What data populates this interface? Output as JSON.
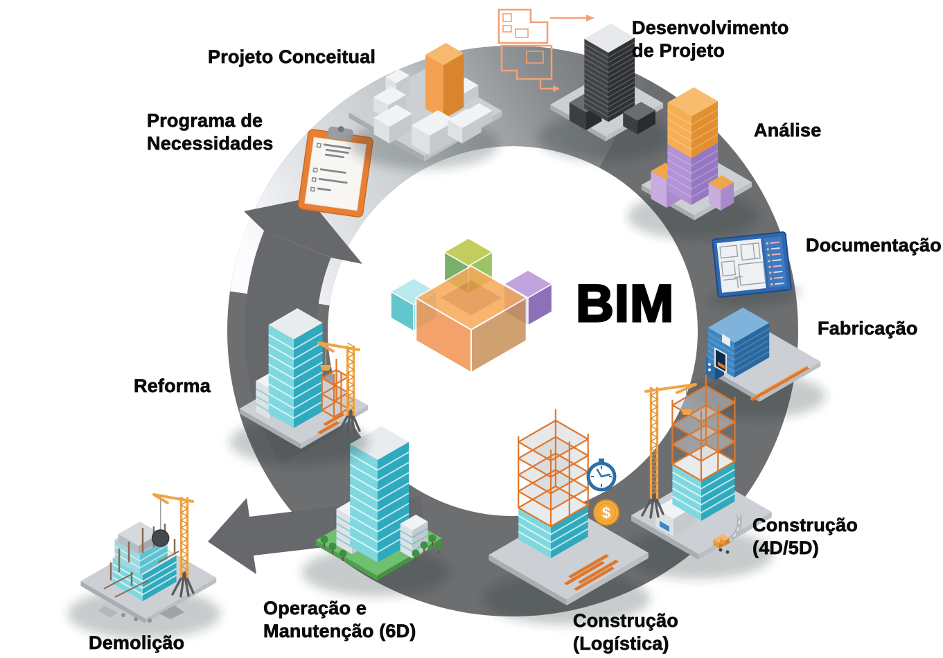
{
  "diagram": {
    "center_label": "BIM",
    "currency_symbol": "$",
    "stages": [
      {
        "id": "programa-de-necessidades",
        "label": "Programa de\nNecessidades",
        "icon": "clipboard-checklist-icon"
      },
      {
        "id": "projeto-conceitual",
        "label": "Projeto Conceitual",
        "icon": "concept-city-massing-icon"
      },
      {
        "id": "desenvolvimento-de-projeto",
        "label": "Desenvolvimento\nde Projeto",
        "icon": "detailed-tower-icon"
      },
      {
        "id": "analise",
        "label": "Análise",
        "icon": "analysis-tower-icon"
      },
      {
        "id": "documentacao",
        "label": "Documentação",
        "icon": "blueprint-panel-icon"
      },
      {
        "id": "fabricacao",
        "label": "Fabricação",
        "icon": "fabrication-plant-icon"
      },
      {
        "id": "construcao-4d-5d",
        "label": "Construção\n(4D/5D)",
        "icon": "tower-crane-construction-icon"
      },
      {
        "id": "construcao-logistica",
        "label": "Construção\n(Logística)",
        "icon": "scaffold-time-cost-icon"
      },
      {
        "id": "operacao-manutencao",
        "label": "Operação e\nManutenção (6D)",
        "icon": "building-on-lawn-icon"
      },
      {
        "id": "demolicao",
        "label": "Demolição",
        "icon": "wrecking-ball-crane-icon"
      },
      {
        "id": "reforma",
        "label": "Reforma",
        "icon": "renovation-crane-icon"
      }
    ],
    "colors": {
      "ring_dark": "#6D6E70",
      "ring_light": "#E8EAEC",
      "accent_orange": "#E8823A",
      "teal": "#2FB6C9",
      "purple": "#A585CA",
      "olive_green": "#9DC463",
      "lawn_green": "#6FC06F",
      "blue": "#2E67B0",
      "label_black": "#0B0B0B",
      "background": "#FFFFFF"
    }
  }
}
